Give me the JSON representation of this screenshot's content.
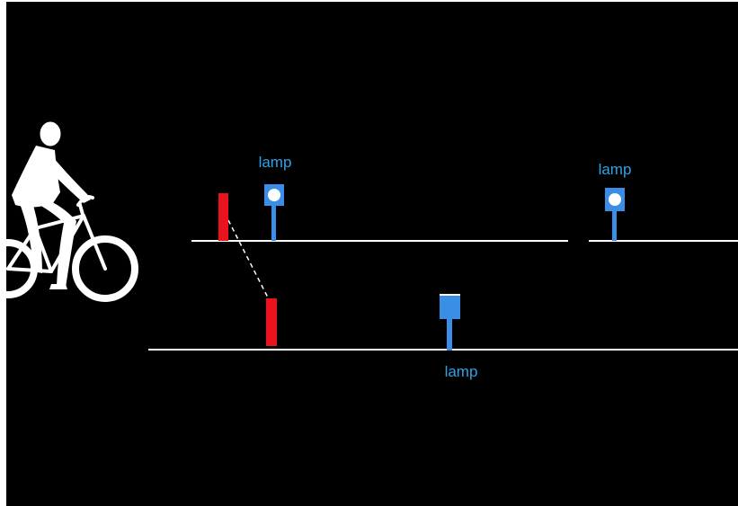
{
  "colors": {
    "background": "#000000",
    "road_line": "#ffffff",
    "cyclist": "#ffffff",
    "reflector_post": "#e8131c",
    "lamp": "#3a8ee6",
    "lamp_light": "#ffffff",
    "dashed_link": "#ffffff"
  },
  "icons": {
    "cyclist": "cyclist-silhouette-icon",
    "lamp": "lamp-icon",
    "reflector_post": "red-post-icon"
  },
  "labels": {
    "lamp_upper_left": "lamp",
    "lamp_upper_right": "lamp",
    "lamp_lower": "lamp"
  }
}
